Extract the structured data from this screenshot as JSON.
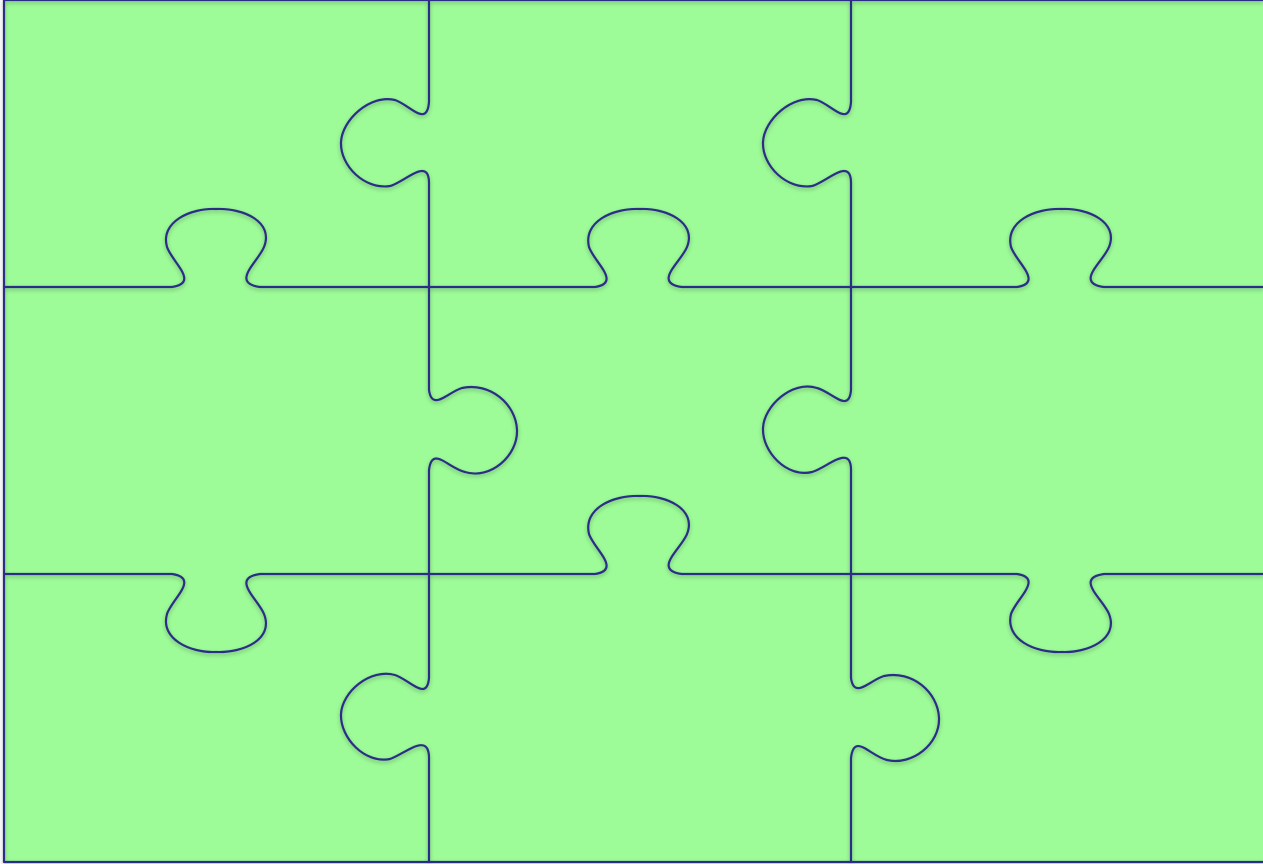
{
  "puzzle": {
    "rows": 3,
    "columns": 3,
    "piece_count": 9,
    "fill_color": "#9dfc98",
    "outline_color": "#2a2d86",
    "shadow_color": "#000000"
  }
}
